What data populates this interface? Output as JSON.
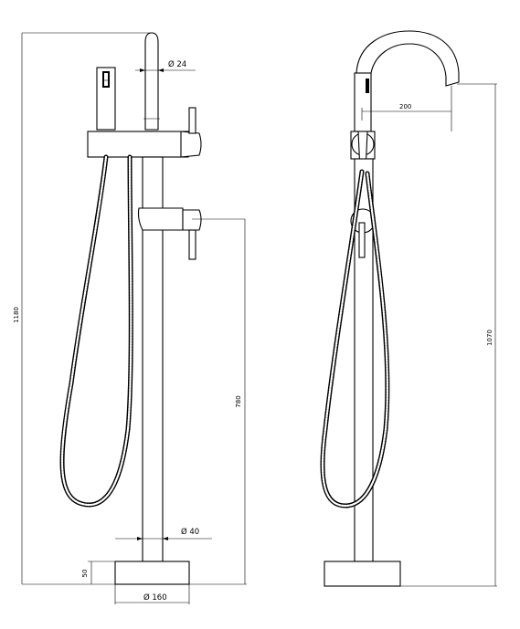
{
  "dimensions": {
    "total_height": "1180",
    "riser_diameter": "Ø 24",
    "mixer_height": "780",
    "pipe_diameter": "Ø 40",
    "base_height": "50",
    "base_diameter": "Ø 160",
    "spout_reach": "200",
    "spout_height": "1070"
  }
}
